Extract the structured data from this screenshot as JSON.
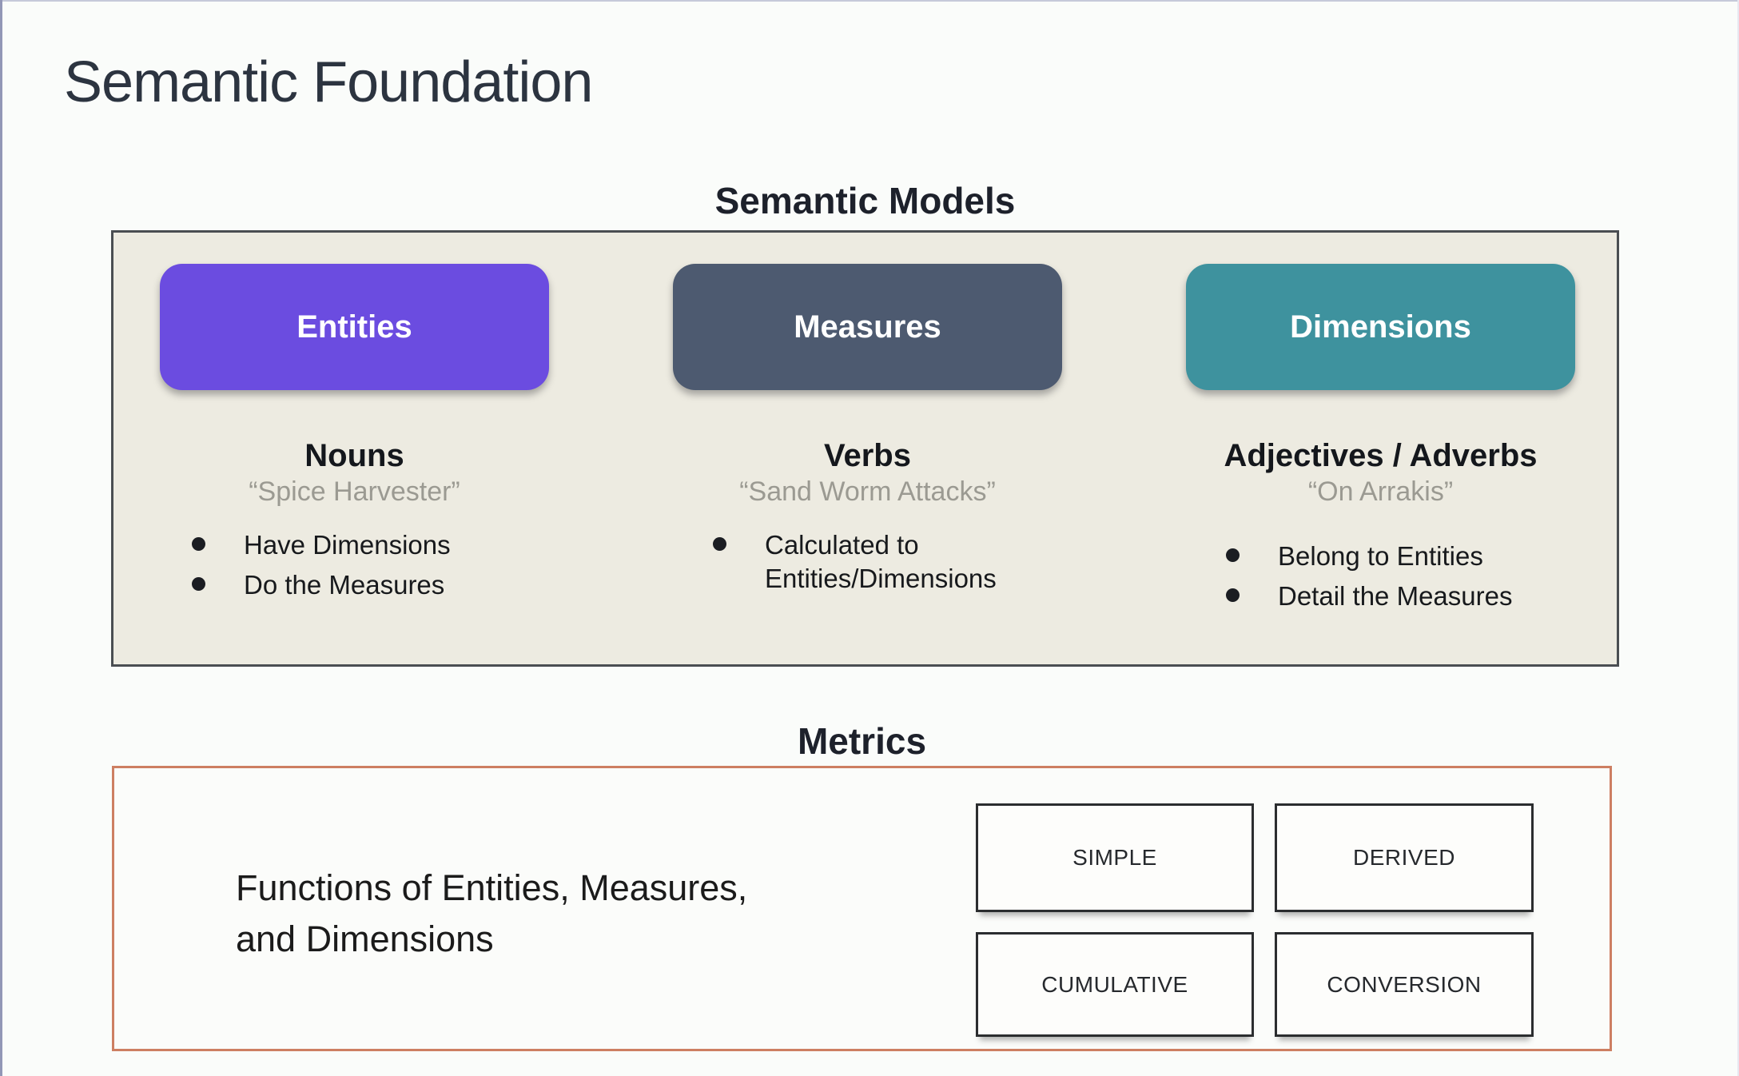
{
  "slide": {
    "title": "Semantic Foundation"
  },
  "semantic_models": {
    "heading": "Semantic Models",
    "columns": [
      {
        "box_label": "Entities",
        "box_color": "#6b4ce0",
        "role_heading": "Nouns",
        "example_quote": "“Spice Harvester”",
        "bullets": [
          "Have Dimensions",
          "Do the Measures"
        ]
      },
      {
        "box_label": "Measures",
        "box_color": "#4d5a70",
        "role_heading": "Verbs",
        "example_quote": "“Sand Worm Attacks”",
        "bullets": [
          "Calculated to Entities/Dimensions"
        ]
      },
      {
        "box_label": "Dimensions",
        "box_color": "#3e929e",
        "role_heading": "Adjectives / Adverbs",
        "example_quote": "“On Arrakis”",
        "bullets": [
          "Belong to Entities",
          "Detail the Measures"
        ]
      }
    ]
  },
  "metrics": {
    "heading": "Metrics",
    "description_lines": [
      "Functions of Entities, Measures,",
      "and Dimensions"
    ],
    "types": [
      "SIMPLE",
      "DERIVED",
      "CUMULATIVE",
      "CONVERSION"
    ]
  },
  "colors": {
    "entities_box": "#6b4ce0",
    "measures_box": "#4d5a70",
    "dimensions_box": "#3e929e",
    "panel_background": "#edebe1",
    "panel_border": "#4a4e52",
    "metrics_border": "#cd7f62",
    "quote_text": "#9b9a92"
  }
}
